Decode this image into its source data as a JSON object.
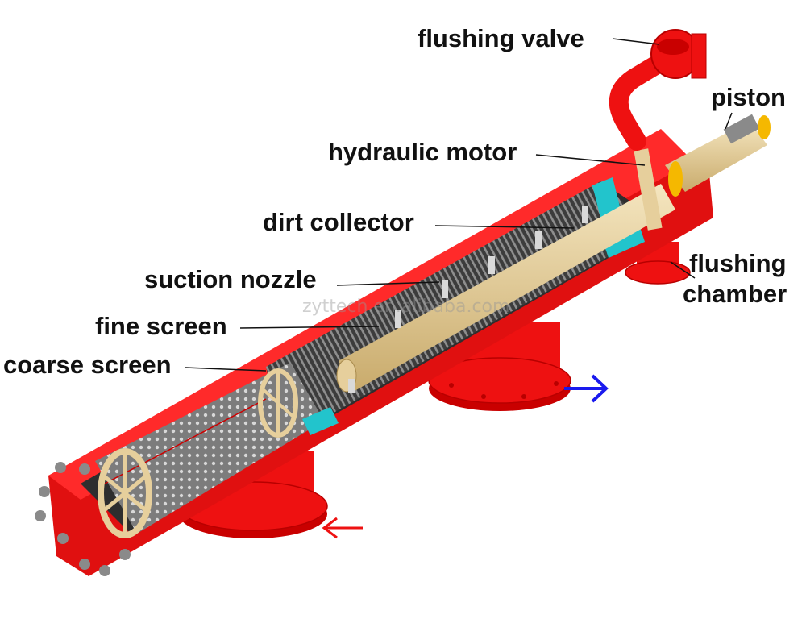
{
  "labels": {
    "flushing_valve": "flushing valve",
    "piston": "piston",
    "hydraulic_motor": "hydraulic motor",
    "dirt_collector": "dirt collector",
    "flushing_chamber": [
      "flushing",
      "chamber"
    ],
    "suction_nozzle": "suction nozzle",
    "fine_screen": "fine screen",
    "coarse_screen": "coarse screen"
  },
  "watermark": "zyttech.en.alibaba.com",
  "colors": {
    "housing": "#ee1111",
    "housing_dark": "#b80000",
    "steel": "#5a5a5a",
    "pipe": "#e6cf9c",
    "cyan": "#22c4cc",
    "inlet_arrow": "#ee1111",
    "outlet_arrow": "#1a1aee"
  }
}
